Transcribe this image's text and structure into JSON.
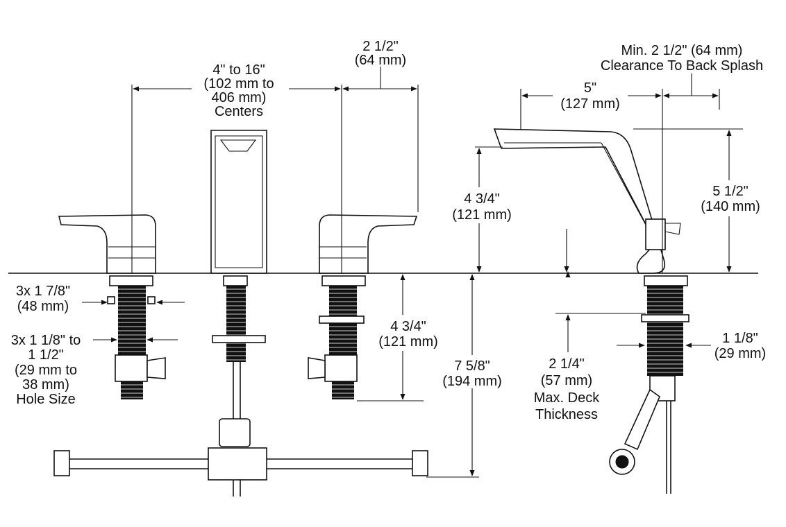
{
  "dimensions": {
    "centers": [
      "4\" to 16\"",
      "(102 mm to",
      "406 mm)",
      "Centers"
    ],
    "handle_reach": [
      "2 1/2\"",
      "(64 mm)"
    ],
    "clearance": [
      "Min. 2 1/2\" (64 mm)",
      "Clearance To Back Splash"
    ],
    "spout_reach": [
      "5\"",
      "(127 mm)"
    ],
    "spout_height": [
      "4 3/4\"",
      "(121 mm)"
    ],
    "overall_height": [
      "5 1/2\"",
      "(140 mm)"
    ],
    "supply_width": [
      "3x 1 7/8\"",
      "(48 mm)"
    ],
    "hole_size": [
      "3x 1 1/8\" to",
      "1 1/2\"",
      "(29 mm to",
      "38 mm)",
      "Hole Size"
    ],
    "shank_length": [
      "4 3/4\"",
      "(121 mm)"
    ],
    "below_deck": [
      "7 5/8\"",
      "(194 mm)"
    ],
    "deck_thickness": [
      "2 1/4\"",
      "(57 mm)",
      "Max. Deck",
      "Thickness"
    ],
    "shank_diameter": [
      "1 1/8\"",
      "(29 mm)"
    ]
  }
}
